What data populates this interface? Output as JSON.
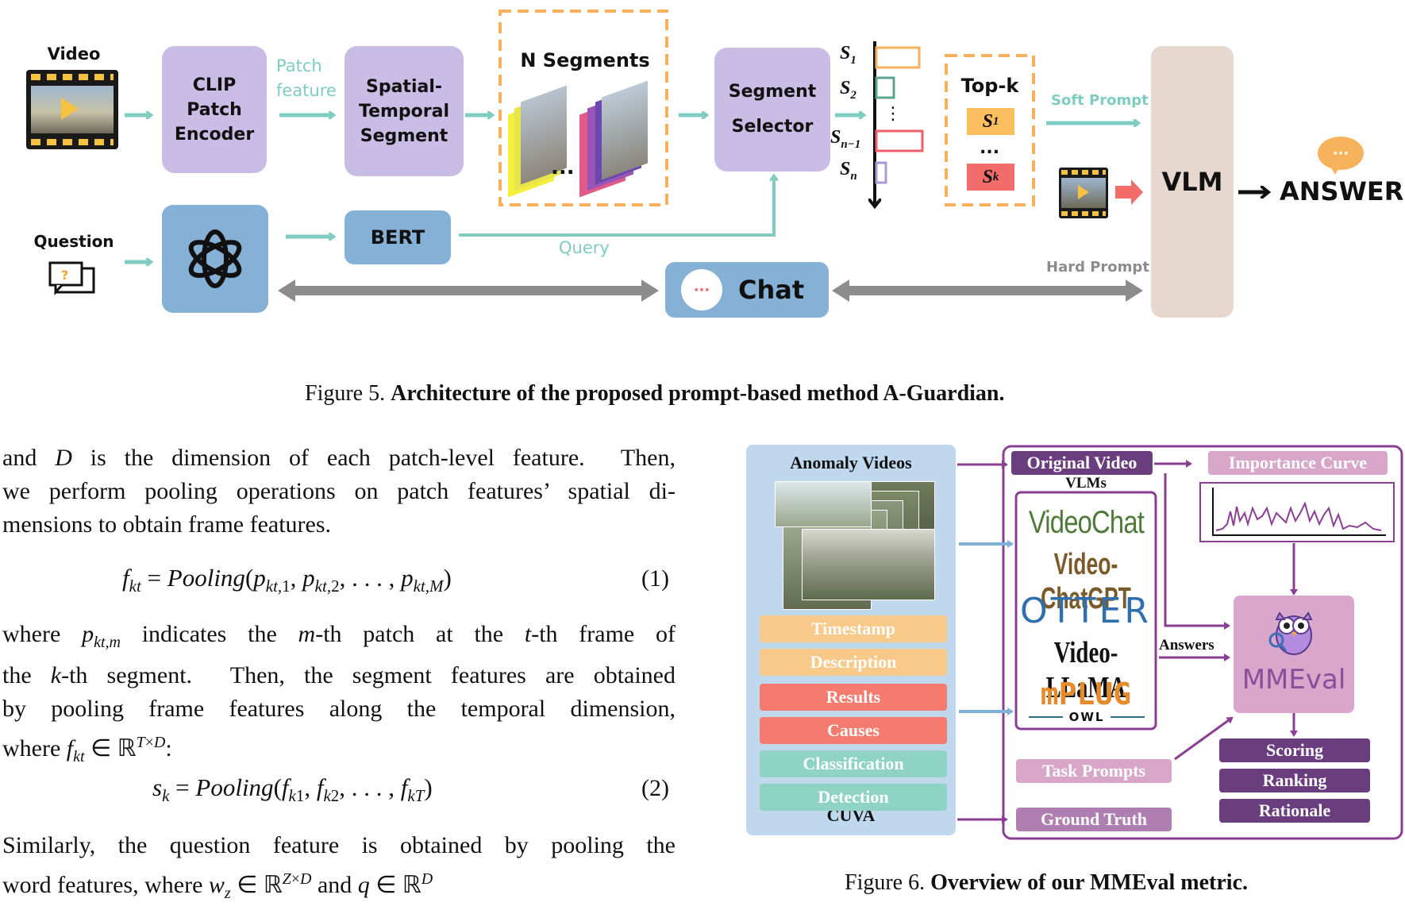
{
  "fig5": {
    "video_label": "Video",
    "question_label": "Question",
    "clip_box": [
      "CLIP",
      "Patch",
      "Encoder"
    ],
    "patch_feature": [
      "Patch",
      "feature"
    ],
    "st_box": [
      "Spatial-",
      "Temporal",
      "Segment"
    ],
    "n_segments": "N Segments",
    "ellipsis": "...",
    "selector_box": [
      "Segment",
      "Selector"
    ],
    "s_labels": [
      "S",
      "S",
      "S",
      "S"
    ],
    "s_subs": [
      "1",
      "2",
      "n−1",
      "n"
    ],
    "topk_title": "Top-k",
    "topk_s1": "S",
    "topk_s1_sub": "1",
    "topk_sk": "S",
    "topk_sk_sub": "k",
    "soft_prompt": "Soft Prompt",
    "hard_prompt": "Hard Prompt",
    "vlm": "VLM",
    "answer": "ANSWER",
    "bert": "BERT",
    "query": "Query",
    "chat": "Chat",
    "caption_num": "Figure 5.",
    "caption_text": "Architecture of the proposed prompt-based method A-Guardian."
  },
  "text": {
    "p1": [
      "and D is the dimension of each patch-level feature. Then,",
      "we perform pooling operations on patch features’ spatial di-",
      "mensions to obtain frame features."
    ],
    "eq1": "f_kt = Pooling(p_kt,1, p_kt,2, . . . , p_kt,M)",
    "eq1_num": "(1)",
    "p2": [
      "where p_kt,m indicates the m-th patch at the t-th frame of",
      "the k-th segment. Then, the segment features are obtained",
      "by pooling frame features along the temporal dimension,",
      "where f_kt ∈ ℝ^(T×D):"
    ],
    "eq2": "s_k = Pooling(f_k1, f_k2, . . . , f_kT)",
    "eq2_num": "(2)",
    "p3": [
      "Similarly, the question feature is obtained by pooling the",
      "word features, where w_z ∈ ℝ^(Z×D) and q ∈ ℝ^D"
    ]
  },
  "fig6": {
    "anomaly_videos": "Anomaly Videos",
    "tasks": [
      "Timestamp",
      "Description",
      "Results",
      "Causes",
      "Classification",
      "Detection"
    ],
    "task_colors": [
      "#f9c98a",
      "#f9c98a",
      "#f47b6e",
      "#f47b6e",
      "#8fd3c5",
      "#8fd3c5"
    ],
    "cuva": "CUVA",
    "original_video": "Original Video",
    "importance_curve": "Importance Curve",
    "vlms": "VLMs",
    "vlm_names": [
      "VideoChat",
      "Video-ChatGPT",
      "OTTER",
      "Video-LLaMA",
      "mPLUG",
      "OWL"
    ],
    "answers": "Answers",
    "mmeval": "MMEval",
    "task_prompts": "Task Prompts",
    "ground_truth": "Ground Truth",
    "outputs": [
      "Scoring",
      "Ranking",
      "Rationale"
    ],
    "caption_num": "Figure 6.",
    "caption_text": "Overview of our MMEval metric."
  }
}
